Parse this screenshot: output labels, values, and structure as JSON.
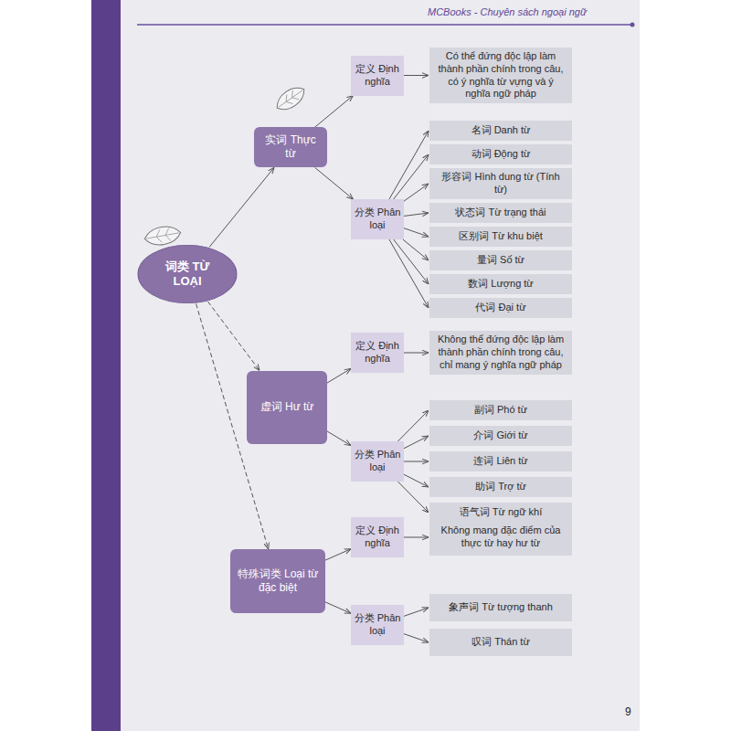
{
  "diagram": {
    "nodes": [
      {
        "text": [
          "词类 TỪ LOẠI"
        ]
      },
      {
        "text": [
          "实词 Thực từ"
        ]
      },
      {
        "text": [
          "定义 Định nghĩa"
        ]
      },
      {
        "text": [
          "Có thể đứng độc lập làm thành phần chính trong câu, có ý nghĩa từ vựng và ý nghĩa ngữ pháp"
        ]
      },
      {
        "text": [
          "分类 Phân loại"
        ]
      },
      {
        "text": [
          "名词 Danh từ"
        ]
      },
      {
        "text": [
          "动词 Động từ"
        ]
      },
      {
        "text": [
          "形容词 Hình dung từ (Tính từ)"
        ]
      },
      {
        "text": [
          "状态词 Từ trạng thái"
        ]
      },
      {
        "text": [
          "区别词 Từ khu biệt"
        ]
      },
      {
        "text": [
          "量词 Số từ"
        ]
      },
      {
        "text": [
          "数词 Lượng từ"
        ]
      },
      {
        "text": [
          "代词 Đại từ"
        ]
      },
      {
        "text": [
          "虚词 Hư từ"
        ]
      },
      {
        "text": [
          "定义 Định nghĩa"
        ]
      },
      {
        "text": [
          "Không thể đứng độc lập làm thành phần chính trong câu, chỉ mang ý nghĩa ngữ pháp"
        ]
      },
      {
        "text": [
          "分类 Phân loại"
        ]
      },
      {
        "text": [
          "副词 Phó từ"
        ]
      },
      {
        "text": [
          "介词 Giới từ"
        ]
      },
      {
        "text": [
          "连词 Liên từ"
        ]
      },
      {
        "text": [
          "助词 Trợ từ"
        ]
      },
      {
        "text": [
          "语气词 Từ ngữ khí"
        ]
      },
      {
        "text": [
          "特殊词类 Loại từ đặc biệt"
        ]
      },
      {
        "text": [
          "定义 Định nghĩa"
        ]
      },
      {
        "text": [
          "Không mang đặc điểm của thực từ hay hư từ"
        ]
      },
      {
        "text": [
          "分类 Phân loại"
        ]
      },
      {
        "text": [
          "象声词 Từ tượng thanh"
        ]
      },
      {
        "text": [
          "叹词 Thán từ"
        ]
      }
    ],
    "edges": [
      {
        "from": 0,
        "to": 1,
        "arrow": "to"
      },
      {
        "from": 0,
        "to": 13,
        "arrow": "to"
      },
      {
        "from": 0,
        "to": 22,
        "arrow": "to"
      },
      {
        "from": 1,
        "to": 2,
        "arrow": "to"
      },
      {
        "from": 1,
        "to": 4,
        "arrow": "to"
      },
      {
        "from": 2,
        "to": 3,
        "arrow": "to"
      },
      {
        "from": 4,
        "to": 5,
        "arrow": "to"
      },
      {
        "from": 4,
        "to": 6,
        "arrow": "to"
      },
      {
        "from": 4,
        "to": 7,
        "arrow": "to"
      },
      {
        "from": 4,
        "to": 8,
        "arrow": "to"
      },
      {
        "from": 4,
        "to": 9,
        "arrow": "to"
      },
      {
        "from": 4,
        "to": 10,
        "arrow": "to"
      },
      {
        "from": 4,
        "to": 11,
        "arrow": "to"
      },
      {
        "from": 4,
        "to": 12,
        "arrow": "to"
      },
      {
        "from": 13,
        "to": 14,
        "arrow": "to"
      },
      {
        "from": 13,
        "to": 16,
        "arrow": "to"
      },
      {
        "from": 14,
        "to": 15,
        "arrow": "to"
      },
      {
        "from": 16,
        "to": 17,
        "arrow": "to"
      },
      {
        "from": 16,
        "to": 18,
        "arrow": "to"
      },
      {
        "from": 16,
        "to": 19,
        "arrow": "to"
      },
      {
        "from": 16,
        "to": 20,
        "arrow": "to"
      },
      {
        "from": 16,
        "to": 21,
        "arrow": "to"
      },
      {
        "from": 22,
        "to": 23,
        "arrow": "to"
      },
      {
        "from": 22,
        "to": 25,
        "arrow": "to"
      },
      {
        "from": 23,
        "to": 24,
        "arrow": "to"
      },
      {
        "from": 25,
        "to": 26,
        "arrow": "to"
      },
      {
        "from": 25,
        "to": 27,
        "arrow": "to"
      }
    ],
    "labels": [
      "MCBooks - Chuyên sách ngoại ngữ",
      "9"
    ]
  }
}
